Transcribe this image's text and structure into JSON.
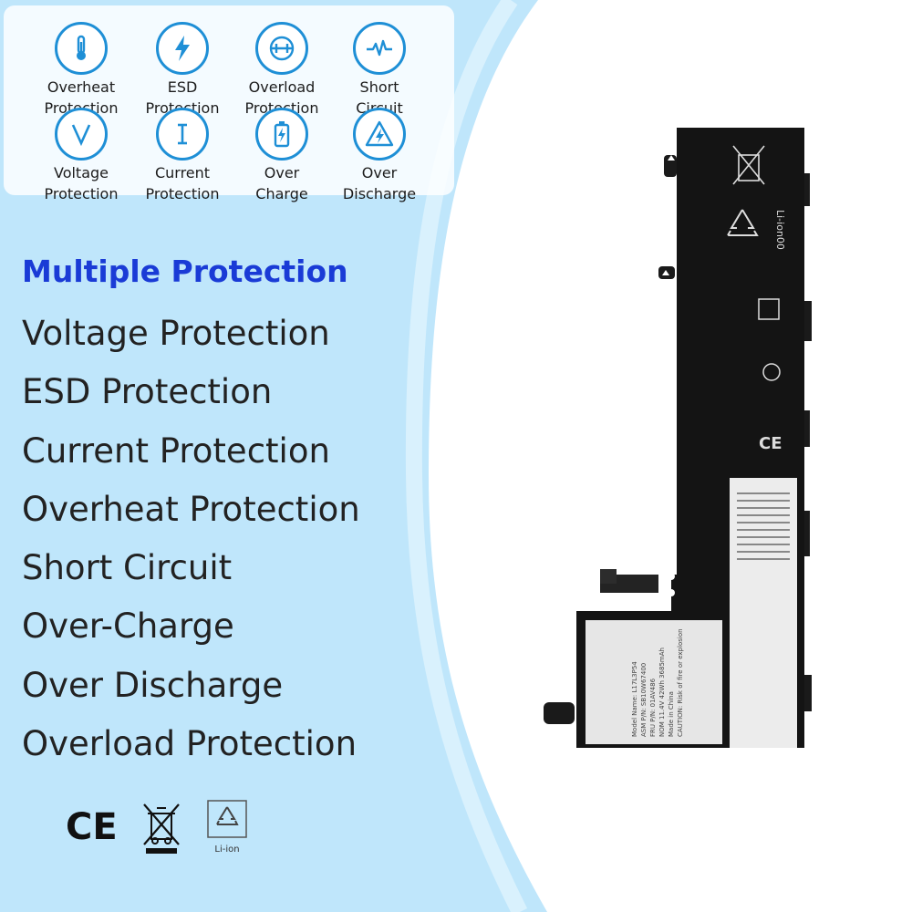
{
  "colors": {
    "accent_blue": "#1a3bd6",
    "icon_blue": "#1e8fd6",
    "sky_blue": "#bfe6fb",
    "battery_black": "#141414"
  },
  "icons": [
    {
      "icon": "thermometer-icon",
      "label": "Overheat\nProtection"
    },
    {
      "icon": "lightning-icon",
      "label": "ESD\nProtection"
    },
    {
      "icon": "gauge-icon",
      "label": "Overload\nProtection"
    },
    {
      "icon": "pulse-icon",
      "label": "Short\nCircuit"
    },
    {
      "icon": "letter-v-icon",
      "label": "Voltage\nProtection"
    },
    {
      "icon": "letter-i-icon",
      "label": "Current\nProtection"
    },
    {
      "icon": "battery-bolt-icon",
      "label": "Over\nCharge"
    },
    {
      "icon": "triangle-bolt-icon",
      "label": "Over\nDischarge"
    }
  ],
  "heading": "Multiple Protection",
  "features": [
    "Voltage Protection",
    "ESD Protection",
    "Current Protection",
    "Overheat Protection",
    "Short Circuit",
    "Over-Charge",
    "Over Discharge",
    "Overload Protection"
  ],
  "certifications": {
    "ce": "CE",
    "weee": "weee-bin-icon",
    "recycle_label": "Li-ion"
  },
  "battery": {
    "recycle_text": "Li-ion00",
    "sticker_lines": [
      "Model Name: L17L3P54",
      "ASM P/N: SB10W67400",
      "FRU P/N: 01AV486",
      "NOM 11.4V 42Wh 3685mAh",
      "Made in China",
      "CAUTION: Risk of fire or explosion"
    ]
  }
}
